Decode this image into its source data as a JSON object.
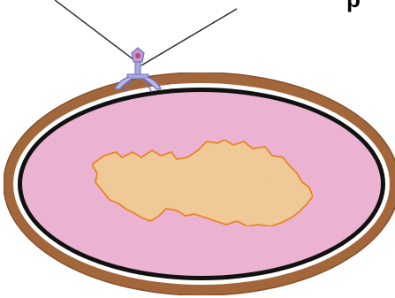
{
  "diagram": {
    "top_label": "p",
    "parts": {
      "pointer_lines": "pointer-line",
      "bacteriophage": "bacteriophage",
      "capsule": "capsule",
      "cell_wall": "cell-wall",
      "cell_membrane": "cell-membrane",
      "cytoplasm": "cytoplasm",
      "nucleoid": "nucleoid"
    },
    "colors": {
      "capsule": "#a86a3e",
      "capsule_edge": "#8a5530",
      "wall_gap": "#ffffff",
      "membrane": "#111111",
      "cytoplasm": "#f2b8d8",
      "nucleoid_fill": "#f7cf9c",
      "nucleoid_edge": "#ee8a2c",
      "phage": "#9a9ad6",
      "phage_head": "#b07ac0",
      "lines": "#222222"
    }
  }
}
